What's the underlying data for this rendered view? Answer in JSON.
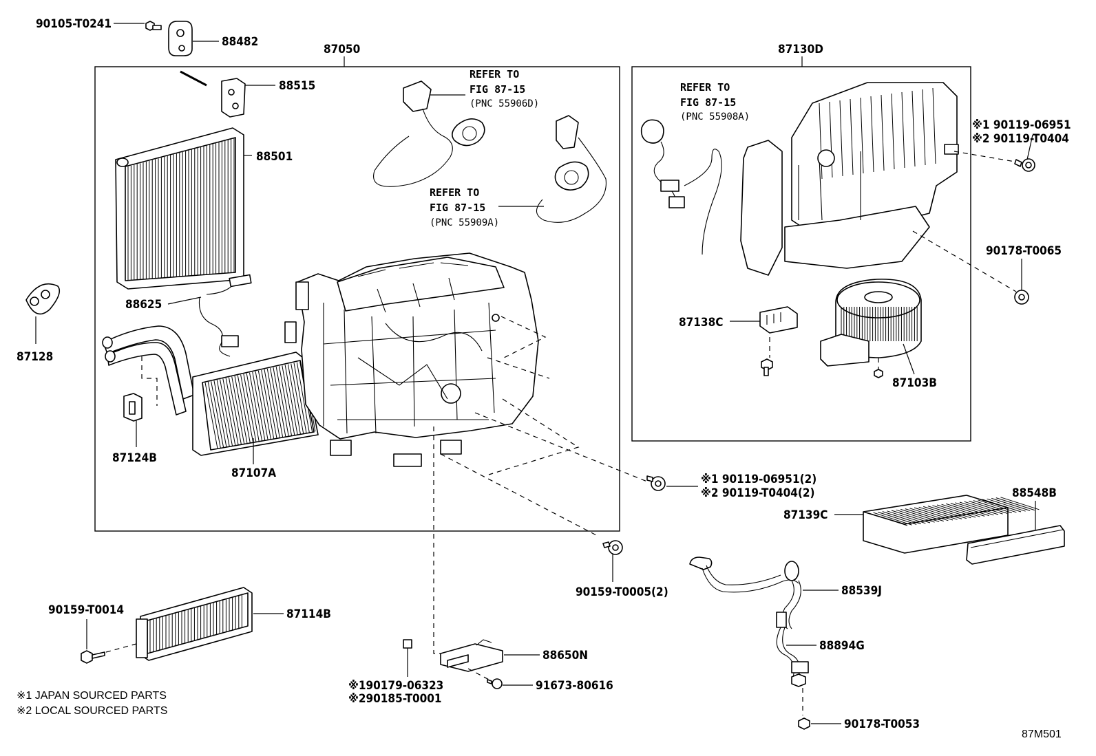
{
  "diagram_id": "87M501",
  "group_labels": {
    "unit_assy": "87050",
    "blower_assy": "87130D"
  },
  "parts": {
    "p90105": "90105-T0241",
    "p88482": "88482",
    "p88515": "88515",
    "p88501": "88501",
    "p87128": "87128",
    "p88625": "88625",
    "p87124b": "87124B",
    "p87107a": "87107A",
    "p87138c": "87138C",
    "p87103b": "87103B",
    "p90178_t0065": "90178-T0065",
    "p90119_a1": "※1 90119-06951",
    "p90119_a2": "※2 90119-T0404",
    "p90119_b1": "※1  90119-06951(2)",
    "p90119_b2": "※2  90119-T0404(2)",
    "p88548b": "88548B",
    "p87139c": "87139C",
    "p90159_t0005": "90159-T0005(2)",
    "p88539j": "88539J",
    "p88894g": "88894G",
    "p90178_t0053": "90178-T0053",
    "p87114b": "87114B",
    "p90159_t0014": "90159-T0014",
    "p88650n": "88650N",
    "p91673": "91673-80616",
    "p90179": "※190179-06323",
    "p90185": "※290185-T0001"
  },
  "references": {
    "ref1": {
      "l1": "REFER TO",
      "l2": "FIG 87-15",
      "l3": "(PNC 55906D)"
    },
    "ref2": {
      "l1": "REFER TO",
      "l2": "FIG 87-15",
      "l3": "(PNC 55909A)"
    },
    "ref3": {
      "l1": "REFER TO",
      "l2": "FIG 87-15",
      "l3": "(PNC 55908A)"
    }
  },
  "legend": {
    "note1": "※1 JAPAN SOURCED PARTS",
    "note2": "※2 LOCAL SOURCED PARTS"
  }
}
